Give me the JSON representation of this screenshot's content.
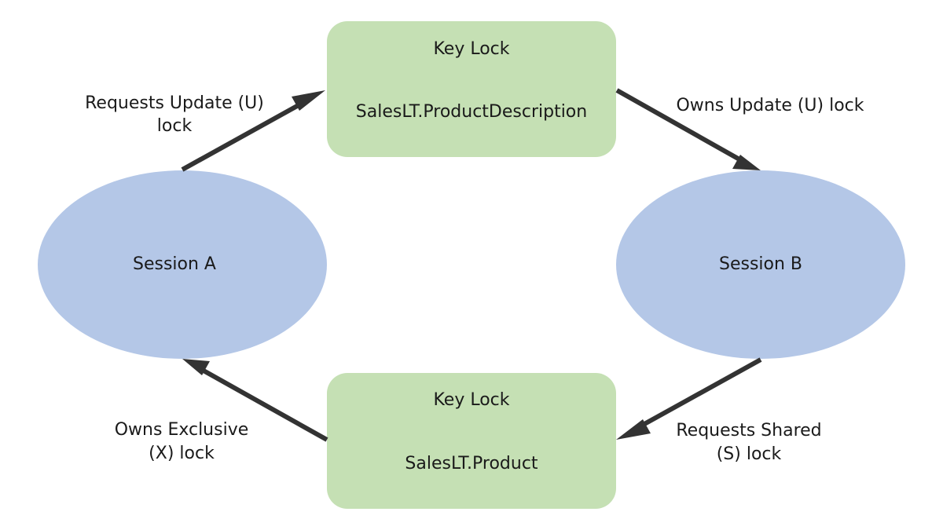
{
  "lock_top": {
    "title": "Key Lock",
    "resource": "SalesLT.ProductDescription"
  },
  "lock_bottom": {
    "title": "Key Lock",
    "resource": "SalesLT.Product"
  },
  "session_a": {
    "label": "Session A"
  },
  "session_b": {
    "label": "Session B"
  },
  "edges": {
    "a_to_top": {
      "line1": "Requests Update (U)",
      "line2": "lock"
    },
    "top_to_b": {
      "line1": "Owns Update (U) lock"
    },
    "b_to_bottom": {
      "line1": "Requests Shared",
      "line2": "(S) lock"
    },
    "bottom_to_a": {
      "line1": "Owns Exclusive",
      "line2": "(X) lock"
    }
  },
  "colors": {
    "lock_fill": "#c5e0b4",
    "session_fill": "#b4c7e7",
    "arrow": "#333333"
  }
}
